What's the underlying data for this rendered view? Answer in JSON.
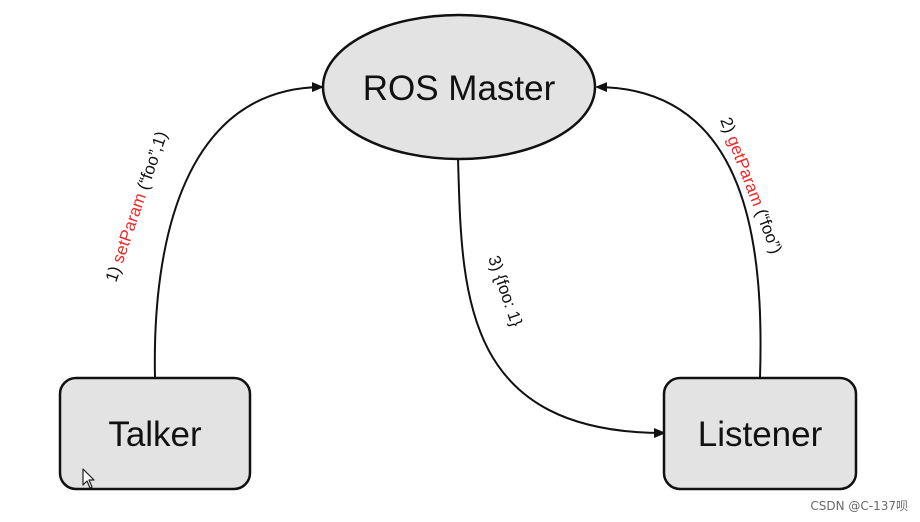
{
  "nodes": {
    "master": {
      "label": "ROS Master"
    },
    "talker": {
      "label": "Talker"
    },
    "listener": {
      "label": "Listener"
    }
  },
  "edges": {
    "set_param": {
      "prefix": "1) ",
      "method": "setParam",
      "args": " (“foo”,1)"
    },
    "get_param": {
      "prefix": "2) ",
      "method": "getParam",
      "args": " (“foo”)"
    },
    "response": {
      "label": "3) {foo: 1}"
    }
  },
  "watermark": "CSDN @C-137呗",
  "colors": {
    "node_fill": "#e3e3e3",
    "node_stroke": "#111111",
    "method_highlight": "#ee2a2a"
  }
}
